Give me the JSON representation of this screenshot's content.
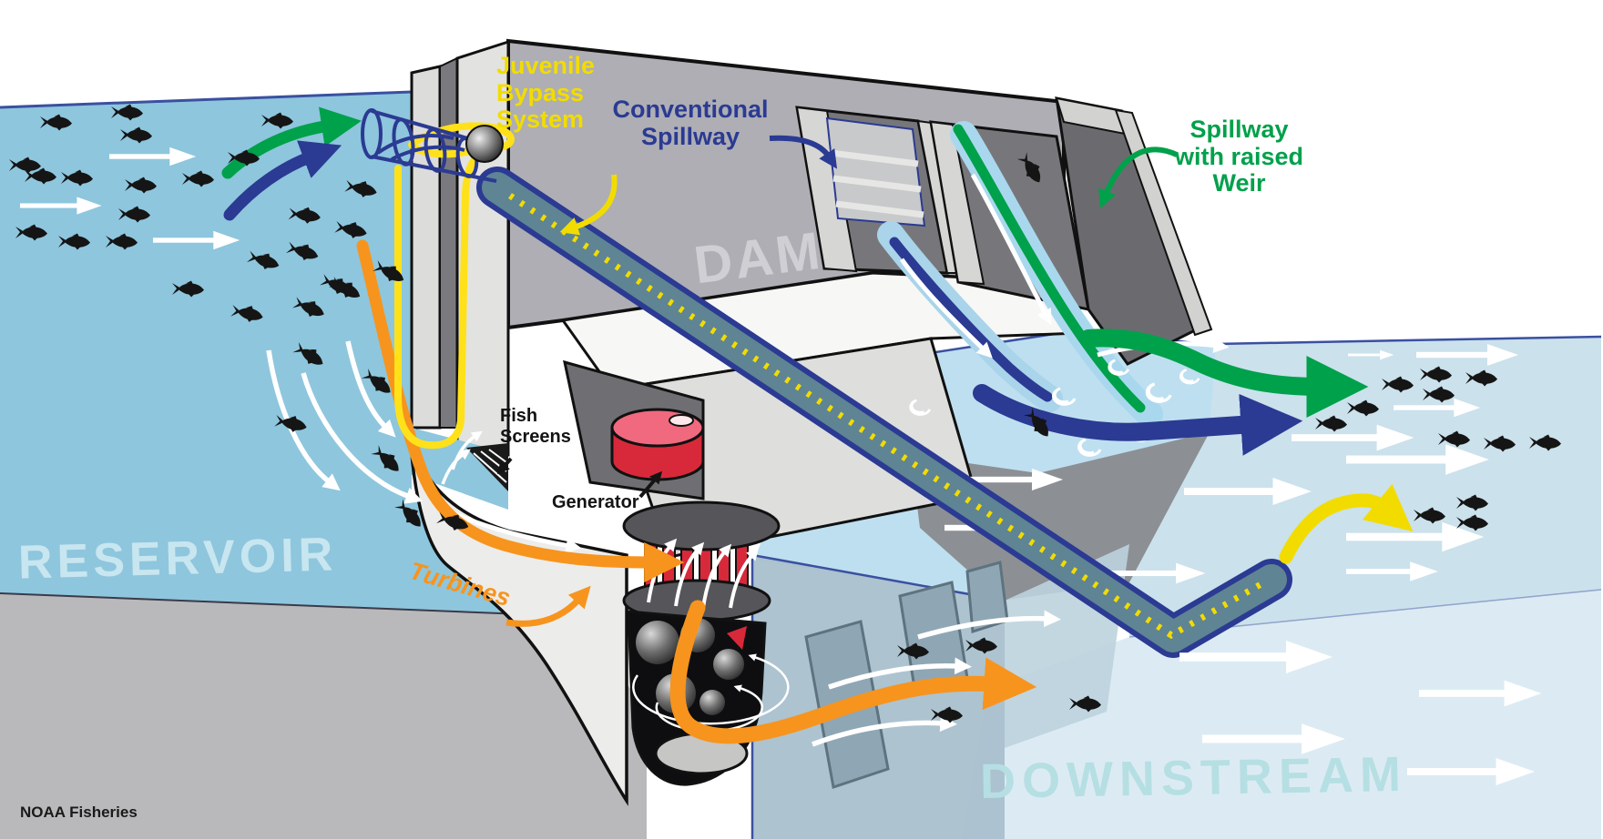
{
  "credit": "NOAA Fisheries",
  "regions": {
    "reservoir": "RESERVOIR",
    "dam": "DAM",
    "downstream": "DOWNSTREAM"
  },
  "callouts": {
    "juvenile_bypass": "Juvenile\nBypass\nSystem",
    "conventional_spillway": "Conventional\nSpillway",
    "spillway_raised_weir": "Spillway\nwith raised\nWeir",
    "fish_screens": "Fish\nScreens",
    "generator": "Generator",
    "turbines": "Turbines"
  },
  "palette": {
    "reservoir_water": "#8EC6DD",
    "downstream_water": "#CBE1EC",
    "downstream_water_light": "#DCEBF3",
    "pool_water": "#BEDFF0",
    "dam_concrete": "#AEAEB4",
    "concrete_light": "#DEDEDC",
    "concrete_dark": "#6F6F73",
    "ground": "#B9B9BB",
    "bypass_yellow": "#F2DC00",
    "spillway_navy": "#2B3A92",
    "weir_green": "#00A14B",
    "fish_route_orange": "#F7941D",
    "turbine_red": "#D8293B",
    "generator_red": "#E8415A",
    "pipe_teal": "#5F8493",
    "flow_arrow": "#FFFFFF"
  },
  "icons": {
    "fish": "fish-icon",
    "eddy": "eddy-swirl-icon",
    "flow_arrow": "flow-arrow-icon",
    "outfall_ball": "bypass-orifice-icon"
  }
}
